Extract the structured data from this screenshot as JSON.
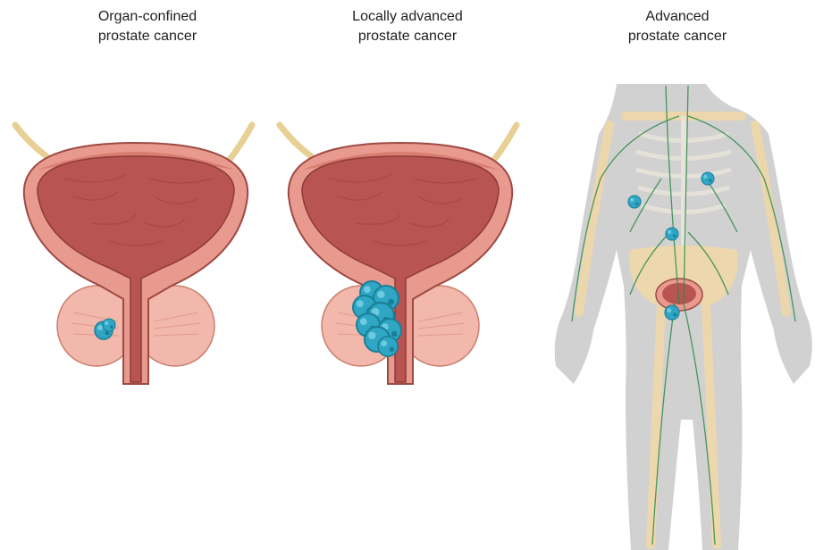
{
  "stages": [
    {
      "line1": "Organ-confined",
      "line2": "prostate cancer"
    },
    {
      "line1": "Locally advanced",
      "line2": "prostate cancer"
    },
    {
      "line1": "Advanced",
      "line2": "prostate cancer"
    }
  ],
  "colors": {
    "bladder_wall": "#e99a8e",
    "bladder_lumen": "#b85452",
    "bladder_outline": "#9e4a44",
    "tumor": "#2fa7c4",
    "tumor_dark": "#1a7f99",
    "ureter": "#e8cf94",
    "body_silhouette": "#c9c9c9",
    "bone": "#efd8a8",
    "lymph": "#2f8a4a"
  }
}
